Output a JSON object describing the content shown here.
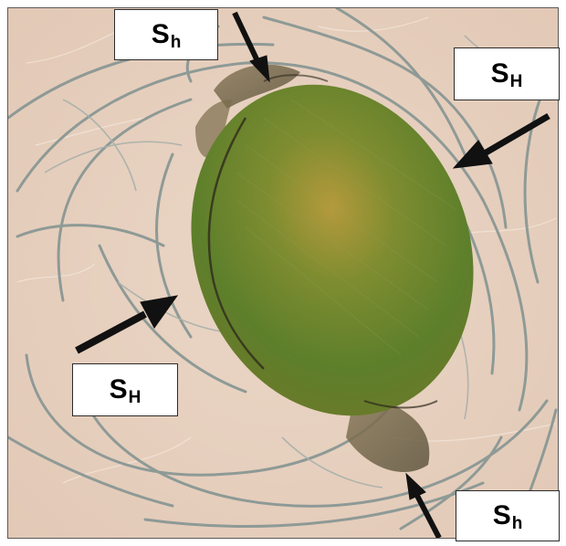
{
  "labels": {
    "top": {
      "main": "S",
      "sub": "h"
    },
    "right": {
      "main": "S",
      "sub": "H"
    },
    "left": {
      "main": "S",
      "sub": "H"
    },
    "bottom": {
      "main": "S",
      "sub": "h"
    }
  },
  "colors": {
    "rock": "#e7d0bf",
    "fracture": "#8e9a96",
    "borehole_green": "#5d7f2b",
    "borehole_warm": "#b49a3c",
    "breakout_debris": "#6b5a3b",
    "arrow": "#111111"
  }
}
